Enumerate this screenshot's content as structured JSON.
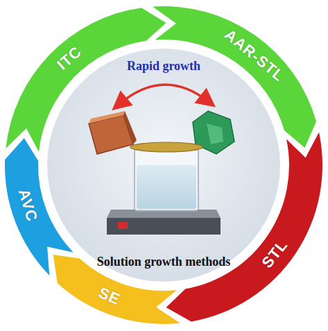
{
  "diagram": {
    "nodes": [
      {
        "text": [
          "ITC"
        ]
      },
      {
        "text": [
          "AAR-STL"
        ]
      },
      {
        "text": [
          "STL"
        ]
      },
      {
        "text": [
          "SE"
        ]
      },
      {
        "text": [
          "AVC"
        ]
      },
      {
        "text": [
          "Rapid growth",
          "Solution growth methods"
        ]
      }
    ]
  }
}
